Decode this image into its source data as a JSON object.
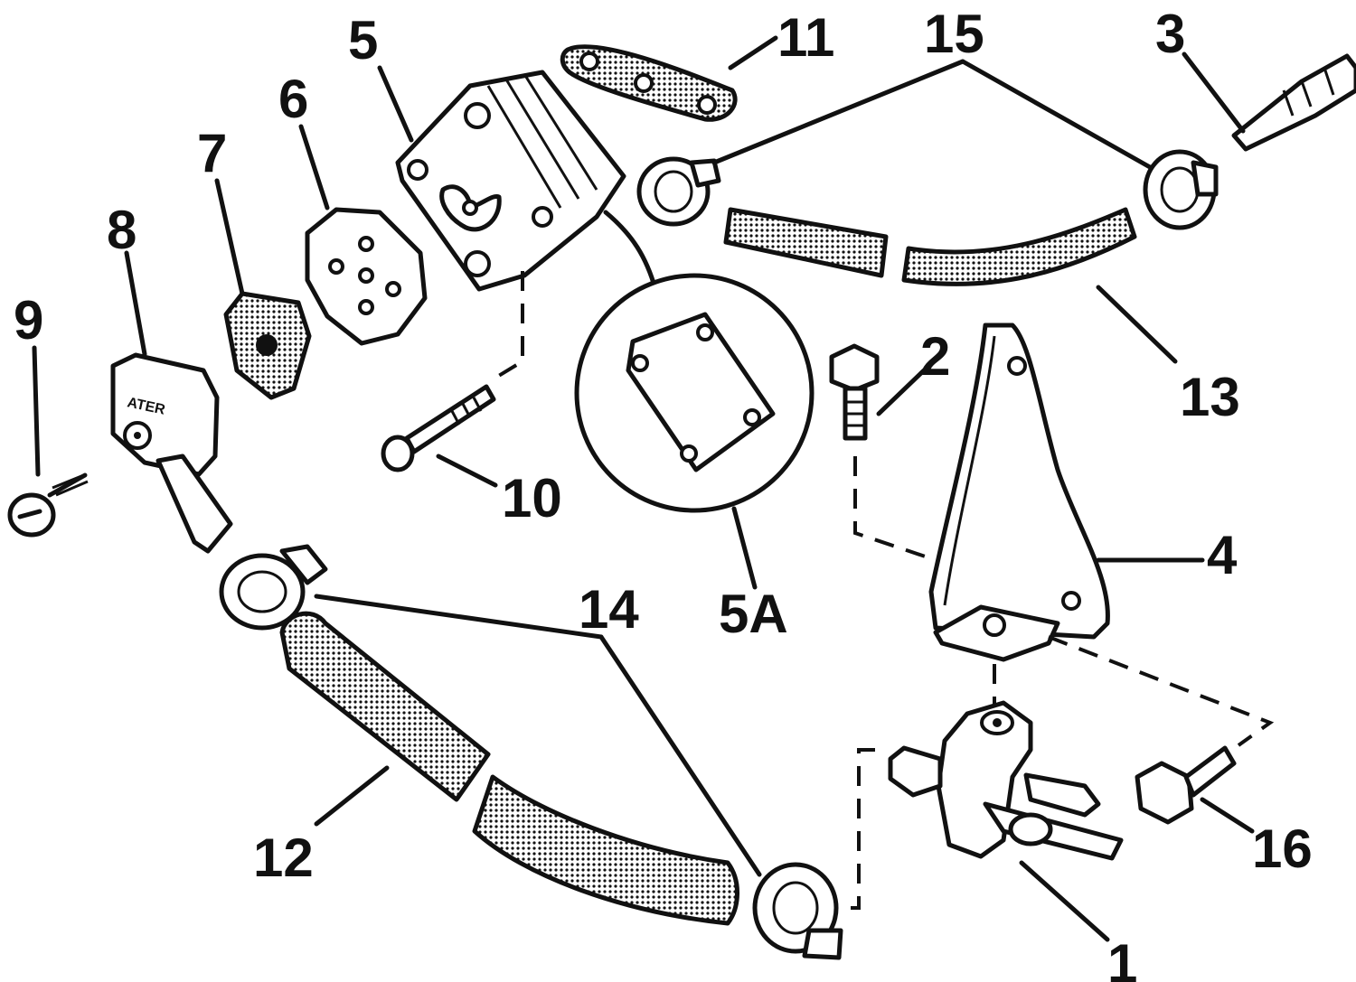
{
  "callouts": {
    "c1": "1",
    "c2": "2",
    "c3": "3",
    "c4": "4",
    "c5": "5",
    "c5a": "5A",
    "c6": "6",
    "c7": "7",
    "c8": "8",
    "c9": "9",
    "c10": "10",
    "c11": "11",
    "c12": "12",
    "c13": "13",
    "c14": "14",
    "c15": "15",
    "c16": "16"
  },
  "filter_housing_text": "ATER"
}
